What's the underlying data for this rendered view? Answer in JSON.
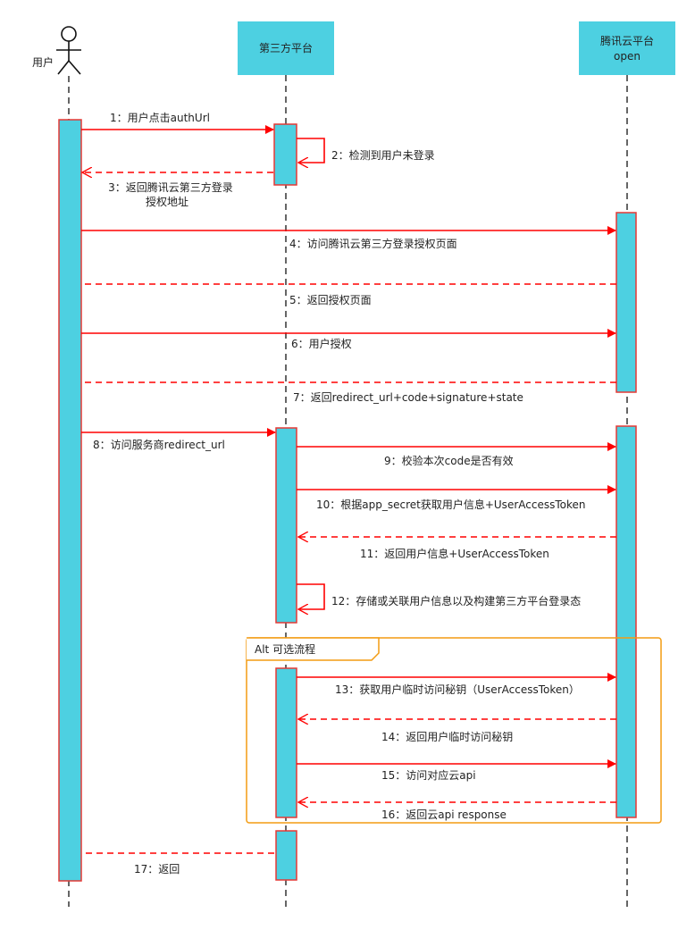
{
  "participants": {
    "user": {
      "label": "用户"
    },
    "third_party": {
      "label": "第三方平台"
    },
    "tencent": {
      "label_line1": "腾讯云平台",
      "label_line2": "open"
    }
  },
  "alt": {
    "label": "Alt 可选流程"
  },
  "messages": [
    {
      "id": "m1",
      "text": "1：用户点击authUrl"
    },
    {
      "id": "m2",
      "text": "2：检测到用户未登录"
    },
    {
      "id": "m3a",
      "text": "3：返回腾讯云第三方登录"
    },
    {
      "id": "m3b",
      "text": "授权地址"
    },
    {
      "id": "m4",
      "text": "4：访问腾讯云第三方登录授权页面"
    },
    {
      "id": "m5",
      "text": "5：返回授权页面"
    },
    {
      "id": "m6",
      "text": "6：用户授权"
    },
    {
      "id": "m7",
      "text": "7：返回redirect_url+code+signature+state"
    },
    {
      "id": "m8",
      "text": "8：访问服务商redirect_url"
    },
    {
      "id": "m9",
      "text": "9：校验本次code是否有效"
    },
    {
      "id": "m10",
      "text": "10：根据app_secret获取用户信息+UserAccessToken"
    },
    {
      "id": "m11",
      "text": "11：返回用户信息+UserAccessToken"
    },
    {
      "id": "m12",
      "text": "12：存储或关联用户信息以及构建第三方平台登录态"
    },
    {
      "id": "m13",
      "text": "13：获取用户临时访问秘钥（UserAccessToken）"
    },
    {
      "id": "m14",
      "text": "14：返回用户临时访问秘钥"
    },
    {
      "id": "m15",
      "text": "15：访问对应云api"
    },
    {
      "id": "m16",
      "text": "16：返回云api response"
    },
    {
      "id": "m17",
      "text": "17：返回"
    }
  ],
  "colors": {
    "activation_fill": "#4dd0e1",
    "activation_stroke": "#e53935",
    "arrow": "#ff0000",
    "alt_frame": "#f39c12",
    "lifeline": "#333333"
  }
}
